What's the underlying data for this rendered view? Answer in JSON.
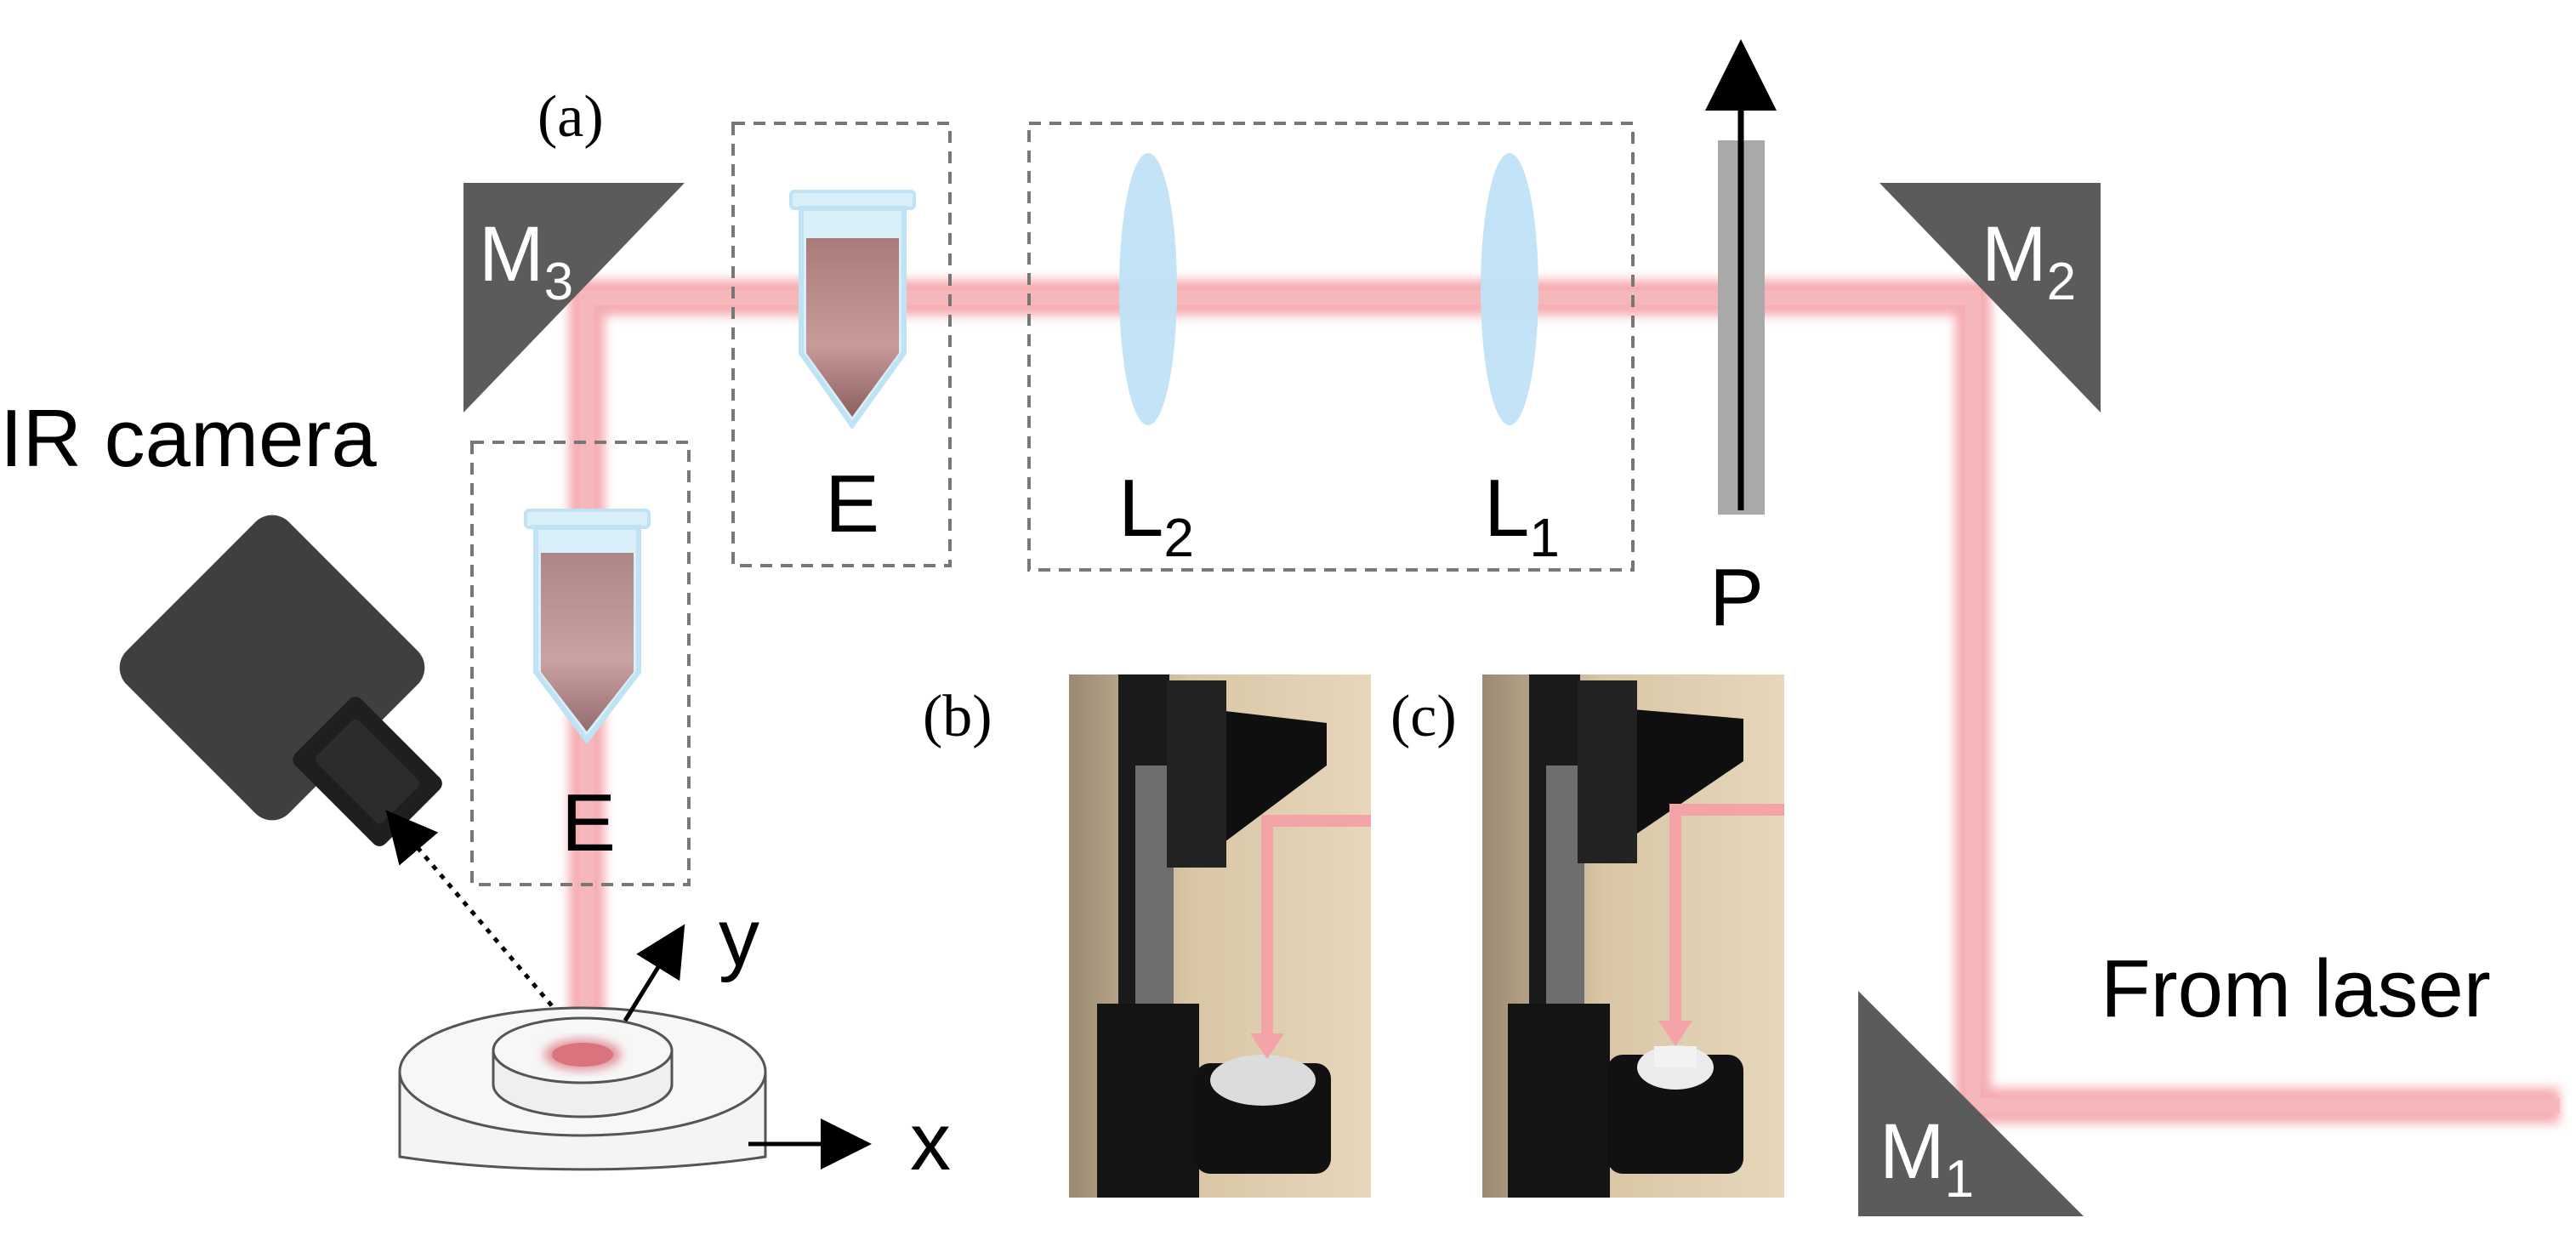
{
  "panels": {
    "a": "(a)",
    "b": "(b)",
    "c": "(c)"
  },
  "components": {
    "mirror_1": {
      "base": "M",
      "sub": "1"
    },
    "mirror_2": {
      "base": "M",
      "sub": "2"
    },
    "mirror_3": {
      "base": "M",
      "sub": "3"
    },
    "lens_1": {
      "base": "L",
      "sub": "1"
    },
    "lens_2": {
      "base": "L",
      "sub": "2"
    },
    "polarizer": "P",
    "expander_top": "E",
    "expander_side": "E",
    "camera": "IR camera",
    "laser_source": "From laser"
  },
  "axes": {
    "x": "x",
    "y": "y"
  },
  "colors": {
    "beam": "#f4a3a8",
    "mirror": "#5b5b5b",
    "lens": "#bfe3f5",
    "camera_body": "#3f3f3f",
    "dashed_box": "#777777"
  }
}
